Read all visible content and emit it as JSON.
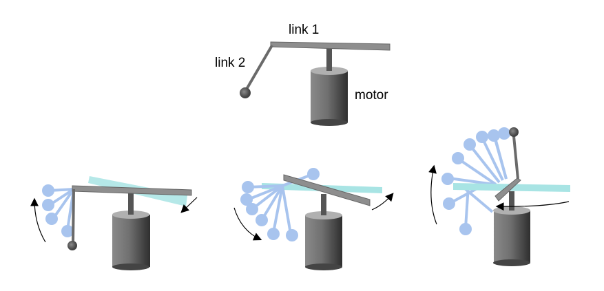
{
  "labels": {
    "link1": "link 1",
    "link2": "link 2",
    "motor": "motor"
  },
  "colors": {
    "link": "#6e6e6e",
    "ghost": "#a8c4ee",
    "ghost_bar": "#a8e4e4",
    "motor_dark": "#3c3c3c",
    "motor_light": "#9a9a9a"
  }
}
